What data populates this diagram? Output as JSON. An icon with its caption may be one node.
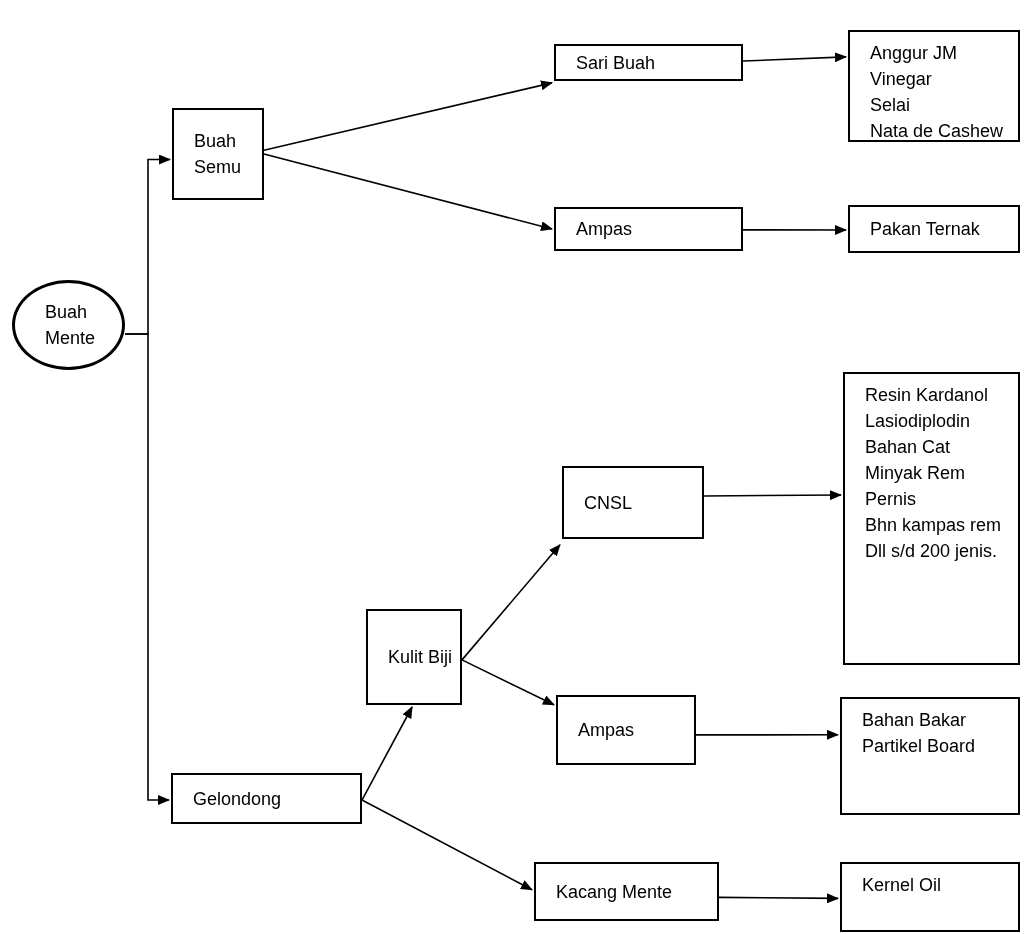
{
  "diagram": {
    "nodes": [
      {
        "text": [
          "Buah Mente"
        ]
      },
      {
        "text": [
          "Buah Semu"
        ]
      },
      {
        "text": [
          "Sari Buah"
        ]
      },
      {
        "text": [
          "Anggur JM",
          "Vinegar",
          "Selai",
          "Nata de Cashew"
        ]
      },
      {
        "text": [
          "Ampas"
        ]
      },
      {
        "text": [
          "Pakan Ternak"
        ]
      },
      {
        "text": [
          "Resin Kardanol",
          "Lasiodiplodin",
          "Bahan Cat",
          "Minyak Rem",
          "Pernis",
          "Bhn kampas rem",
          "Dll s/d 200 jenis."
        ]
      },
      {
        "text": [
          "CNSL"
        ]
      },
      {
        "text": [
          "Kulit Biji"
        ]
      },
      {
        "text": [
          "Ampas"
        ]
      },
      {
        "text": [
          "Bahan Bakar",
          "Partikel Board"
        ]
      },
      {
        "text": [
          "Gelondong"
        ]
      },
      {
        "text": [
          "Kacang Mente"
        ]
      },
      {
        "text": [
          "Kernel Oil"
        ]
      }
    ],
    "edges": [
      {
        "from": 0,
        "to": 1,
        "arrow": "to"
      },
      {
        "from": 0,
        "to": 11,
        "arrow": "to"
      },
      {
        "from": 1,
        "to": 2,
        "arrow": "to"
      },
      {
        "from": 1,
        "to": 4,
        "arrow": "to"
      },
      {
        "from": 2,
        "to": 3,
        "arrow": "to"
      },
      {
        "from": 4,
        "to": 5,
        "arrow": "to"
      },
      {
        "from": 11,
        "to": 8,
        "arrow": "to"
      },
      {
        "from": 8,
        "to": 7,
        "arrow": "to"
      },
      {
        "from": 8,
        "to": 9,
        "arrow": "to"
      },
      {
        "from": 7,
        "to": 6,
        "arrow": "to"
      },
      {
        "from": 9,
        "to": 10,
        "arrow": "to"
      },
      {
        "from": 11,
        "to": 12,
        "arrow": "to"
      },
      {
        "from": 12,
        "to": 13,
        "arrow": "to"
      }
    ]
  }
}
